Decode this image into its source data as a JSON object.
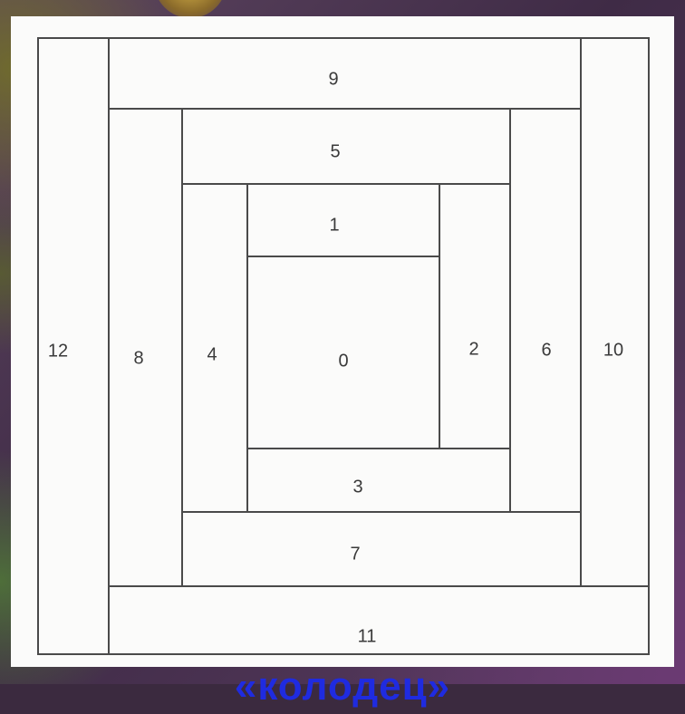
{
  "pieces": [
    {
      "label": "0"
    },
    {
      "label": "1"
    },
    {
      "label": "2"
    },
    {
      "label": "3"
    },
    {
      "label": "4"
    },
    {
      "label": "5"
    },
    {
      "label": "6"
    },
    {
      "label": "7"
    },
    {
      "label": "8"
    },
    {
      "label": "9"
    },
    {
      "label": "10"
    },
    {
      "label": "11"
    },
    {
      "label": "12"
    }
  ],
  "caption": "«колодец»",
  "colors": {
    "caption": "#1f2be0",
    "stroke": "#4a4a4a",
    "paper": "#fbfbfa"
  }
}
